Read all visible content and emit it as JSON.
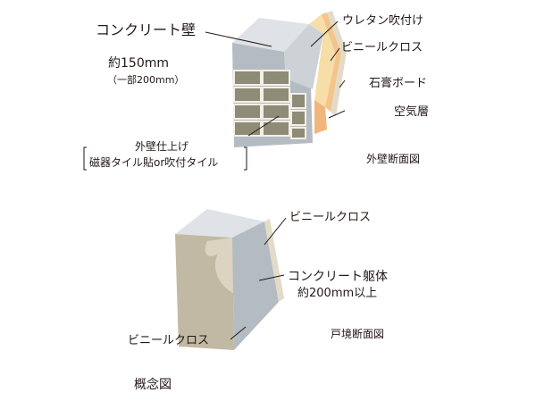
{
  "exterior": {
    "concrete_wall_label": "コンクリート壁",
    "thickness_main": "約150mm",
    "thickness_note": "（一部200mm）",
    "finish_title": "外壁仕上げ",
    "finish_detail": "磁器タイル貼or吹付タイル",
    "urethan_label": "ウレタン吹付け",
    "vinyl_label": "ビニールクロス",
    "gypsum_label": "石膏ボード",
    "air_label": "空気層",
    "caption": "外壁断面図"
  },
  "boundary": {
    "vinyl_top_label": "ビニールクロス",
    "concrete_body_label": "コンクリート躯体",
    "thickness": "約200mm以上",
    "vinyl_bottom_label": "ビニールクロス",
    "caption": "戸境断面図"
  },
  "footer": {
    "concept_label": "概念図"
  },
  "colors": {
    "concrete": "#b4bbc2",
    "concrete_top": "#dfe2e6",
    "tile_face": "#8e8b76",
    "tile_gap": "#f2f0e6",
    "urethane": "#f7dda8",
    "gypsum": "#f4c58b",
    "vinyl": "#e3dbc8",
    "boundary_face": "#c2b9a4"
  }
}
